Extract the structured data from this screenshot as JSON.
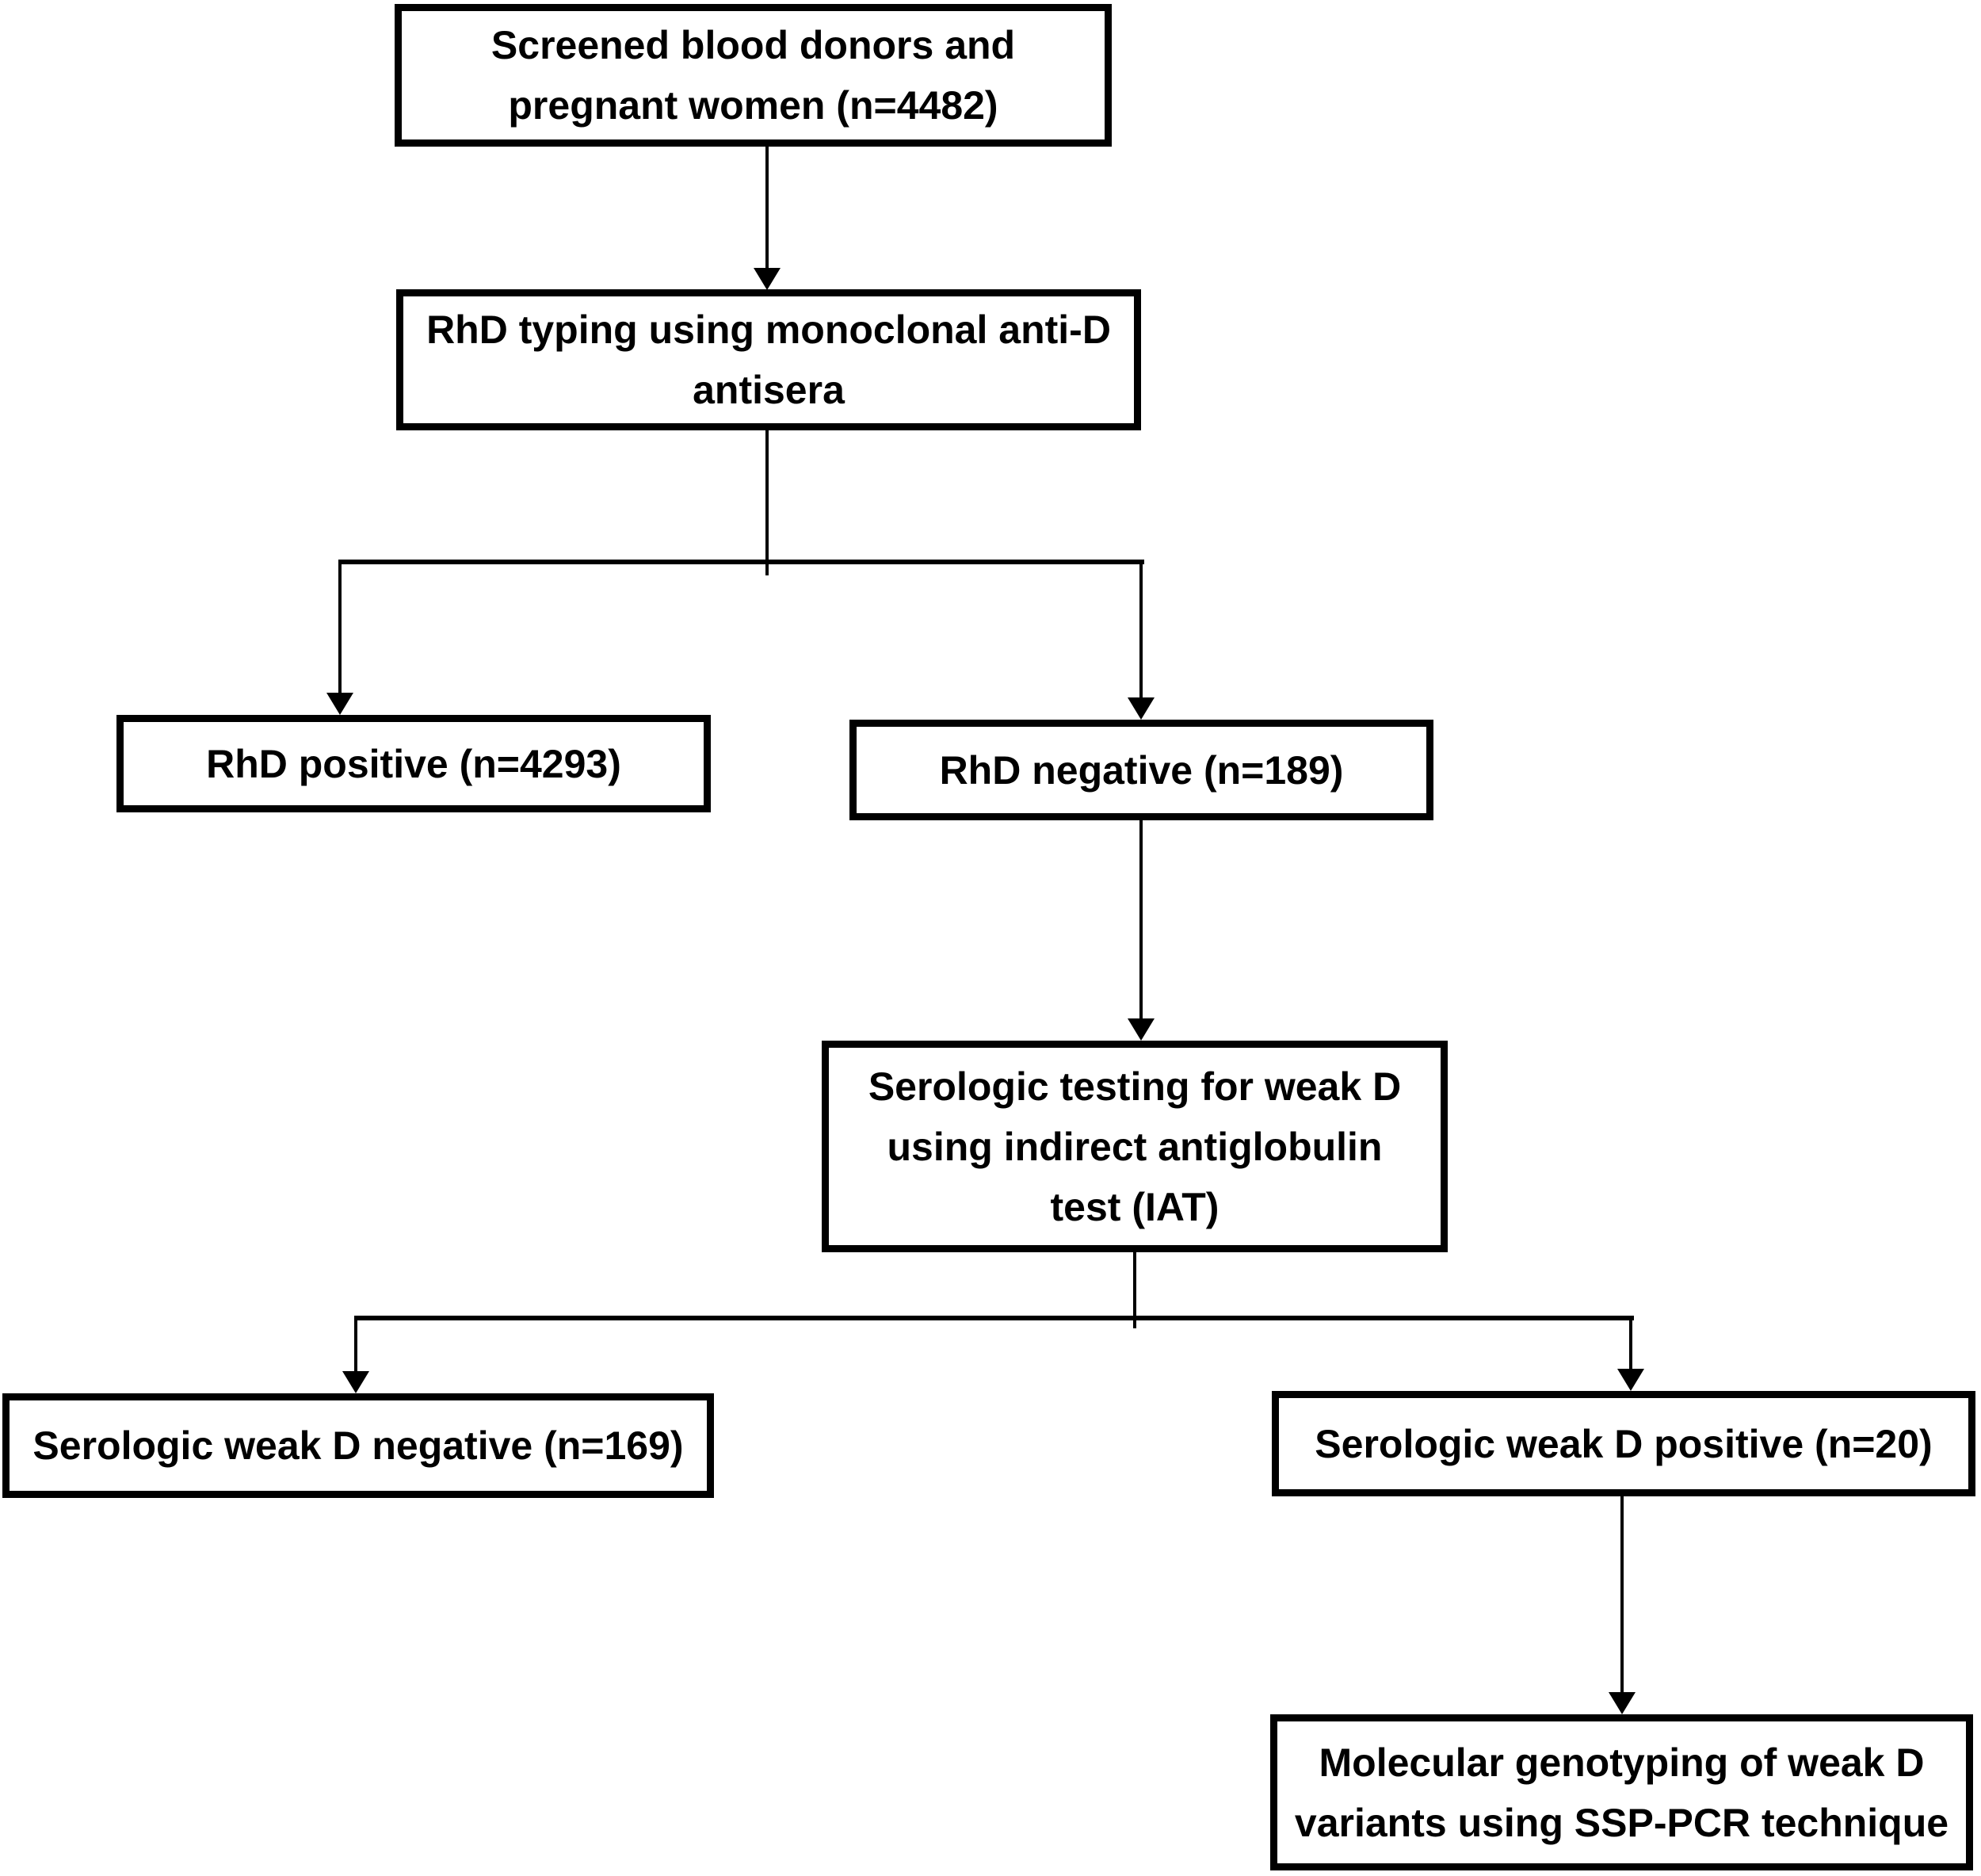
{
  "colors": {
    "ink": "#000000",
    "paper": "#ffffff"
  },
  "flowchart": {
    "boxes": {
      "screened": {
        "lines": [
          "Screened blood donors and",
          "pregnant women (n=4482)"
        ]
      },
      "rhd_typing": {
        "lines": [
          "RhD typing using monoclonal anti-D",
          "antisera"
        ]
      },
      "rhd_positive": {
        "lines": [
          "RhD positive (n=4293)"
        ]
      },
      "rhd_negative": {
        "lines": [
          "RhD negative (n=189)"
        ]
      },
      "serologic_testing": {
        "lines": [
          "Serologic testing for weak D",
          "using indirect antiglobulin",
          "test (IAT)"
        ]
      },
      "weak_d_negative": {
        "lines": [
          "Serologic weak D negative (n=169)"
        ]
      },
      "weak_d_positive": {
        "lines": [
          "Serologic weak D positive (n=20)"
        ]
      },
      "molecular_genotyping": {
        "lines": [
          "Molecular genotyping of weak D",
          "variants using SSP-PCR technique"
        ]
      }
    },
    "counts": {
      "screened_total": 4482,
      "rhd_positive": 4293,
      "rhd_negative": 189,
      "serologic_weak_d_negative": 169,
      "serologic_weak_d_positive": 20
    }
  }
}
